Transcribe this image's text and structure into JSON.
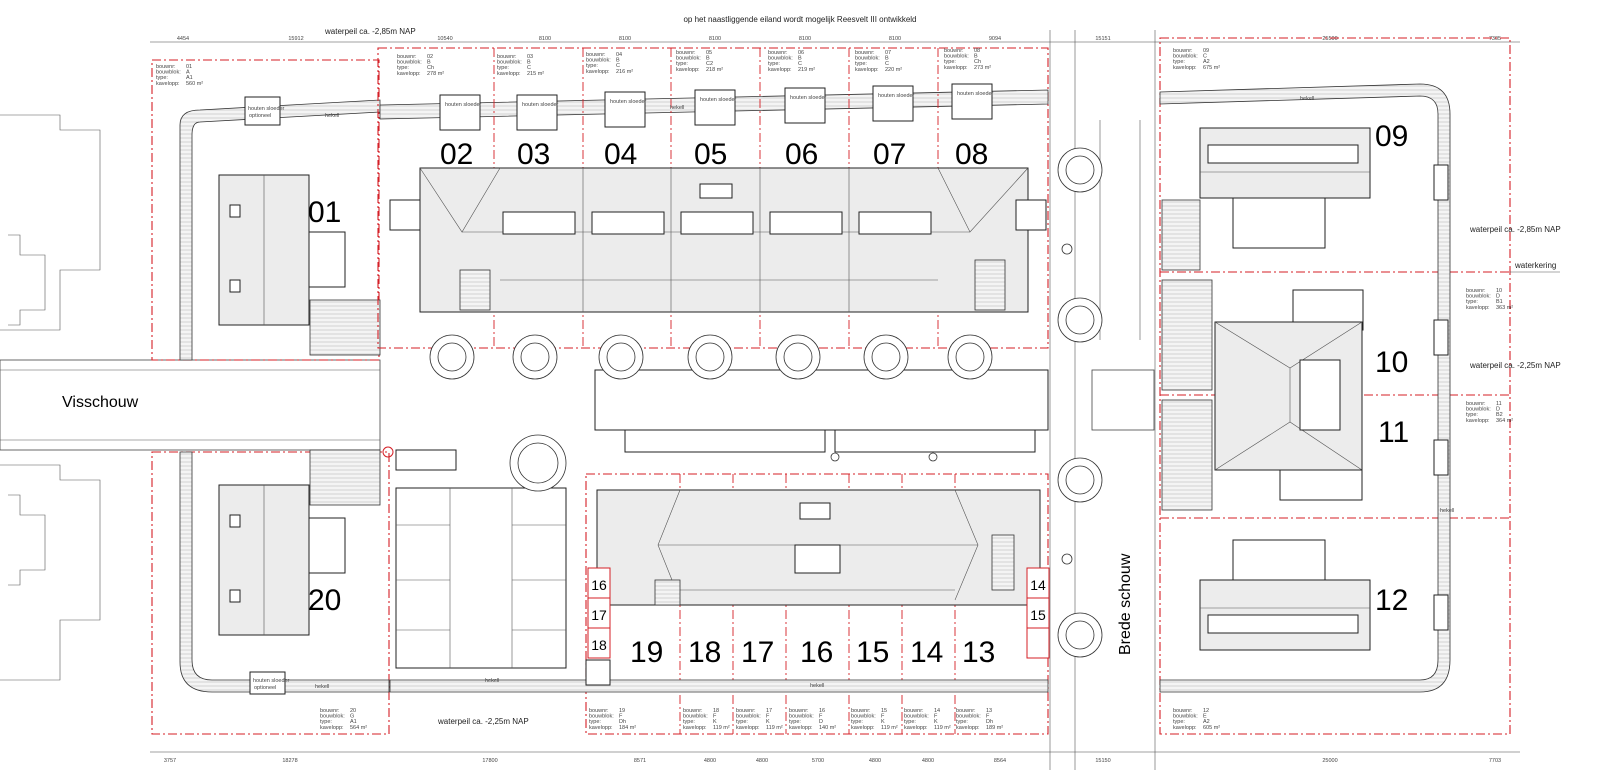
{
  "notes": {
    "top": "op het naastliggende eiland wordt mogelijk Reesvelt III ontwikkeld",
    "water_top": "waterpeil ca. -2,85m NAP",
    "water_bottom": "waterpeil ca. -2,25m NAP",
    "water_right_top": "waterpeil ca. -2,85m NAP",
    "water_right_mid": "waterpeil ca. -2,25m NAP",
    "waterkering": "waterkering"
  },
  "streets": {
    "visschouw": "Visschouw",
    "brede_schouw": "Brede schouw"
  },
  "generic": {
    "shed": "houten sloeder",
    "shed_opt": "optioneel",
    "fence": "hekell"
  },
  "lots": [
    {
      "no": "01",
      "bouwnr": "01",
      "bouwblok": "A",
      "type": "A1",
      "kaveloop": "560 m²"
    },
    {
      "no": "02",
      "bouwnr": "02",
      "bouwblok": "B",
      "type": "Ch",
      "kaveloop": "278 m²"
    },
    {
      "no": "03",
      "bouwnr": "03",
      "bouwblok": "B",
      "type": "C",
      "kaveloop": "215 m²"
    },
    {
      "no": "04",
      "bouwnr": "04",
      "bouwblok": "B",
      "type": "C",
      "kaveloop": "216 m²"
    },
    {
      "no": "05",
      "bouwnr": "05",
      "bouwblok": "B",
      "type": "C2",
      "kaveloop": "218 m²"
    },
    {
      "no": "06",
      "bouwnr": "06",
      "bouwblok": "B",
      "type": "C",
      "kaveloop": "219 m²"
    },
    {
      "no": "07",
      "bouwnr": "07",
      "bouwblok": "B",
      "type": "C",
      "kaveloop": "220 m²"
    },
    {
      "no": "08",
      "bouwnr": "08",
      "bouwblok": "B",
      "type": "Ch",
      "kaveloop": "273 m²"
    },
    {
      "no": "09",
      "bouwnr": "09",
      "bouwblok": "C",
      "type": "A2",
      "kaveloop": "675 m²"
    },
    {
      "no": "10",
      "bouwnr": "10",
      "bouwblok": "D",
      "type": "B1",
      "kaveloop": "363 m²"
    },
    {
      "no": "11",
      "bouwnr": "11",
      "bouwblok": "D",
      "type": "B2",
      "kaveloop": "364 m²"
    },
    {
      "no": "12",
      "bouwnr": "12",
      "bouwblok": "E",
      "type": "A2",
      "kaveloop": "605 m²"
    },
    {
      "no": "13",
      "bouwnr": "13",
      "bouwblok": "F",
      "type": "Dh",
      "kaveloop": "189 m²"
    },
    {
      "no": "14",
      "bouwnr": "14",
      "bouwblok": "F",
      "type": "K",
      "kaveloop": "119 m²"
    },
    {
      "no": "15",
      "bouwnr": "15",
      "bouwblok": "F",
      "type": "K",
      "kaveloop": "119 m²"
    },
    {
      "no": "16",
      "bouwnr": "16",
      "bouwblok": "F",
      "type": "D",
      "kaveloop": "140 m²"
    },
    {
      "no": "17",
      "bouwnr": "17",
      "bouwblok": "F",
      "type": "K",
      "kaveloop": "119 m²"
    },
    {
      "no": "18",
      "bouwnr": "18",
      "bouwblok": "F",
      "type": "K",
      "kaveloop": "119 m²"
    },
    {
      "no": "19",
      "bouwnr": "19",
      "bouwblok": "F",
      "type": "Dh",
      "kaveloop": "184 m²"
    },
    {
      "no": "20",
      "bouwnr": "20",
      "bouwblok": "G",
      "type": "A1",
      "kaveloop": "564 m²"
    }
  ],
  "field_labels": {
    "bouwnr": "bouwnr:",
    "bouwblok": "bouwblok:",
    "type": "type:",
    "kaveloop": "kavelopp:"
  },
  "storage_labels": [
    "16",
    "17",
    "18",
    "14",
    "15"
  ],
  "dimensions": {
    "top": [
      "4454",
      "15912",
      "10540",
      "8100",
      "8100",
      "8100",
      "8100",
      "8100",
      "9094",
      "15151",
      "25500",
      "7305"
    ],
    "bottom": [
      "3757",
      "18278",
      "17800",
      "8571",
      "4800",
      "4800",
      "5700",
      "4800",
      "4800",
      "8564",
      "15150",
      "25000",
      "7703"
    ]
  }
}
